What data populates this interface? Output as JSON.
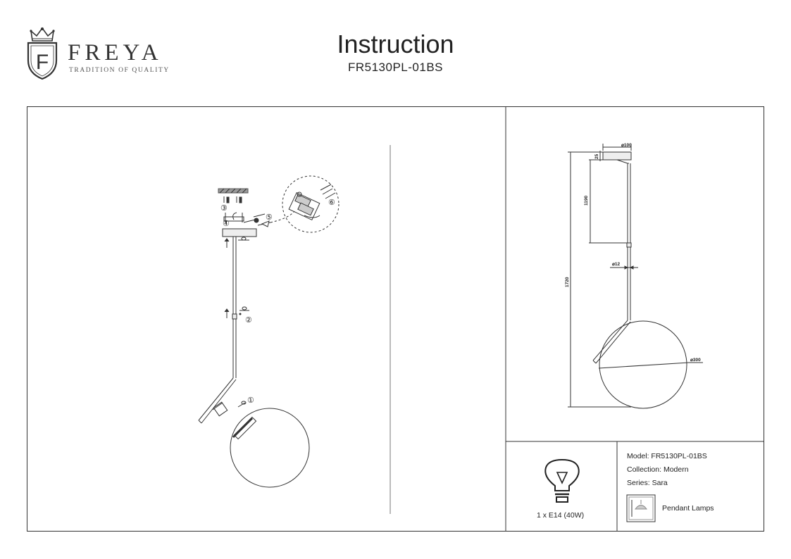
{
  "brand": {
    "logo_initial": "F",
    "name": "FREYA",
    "tagline": "TRADITION OF QUALITY"
  },
  "header": {
    "title": "Instruction",
    "model_code": "FR5130PL-01BS"
  },
  "assembly": {
    "steps": [
      "①",
      "②",
      "③",
      "④",
      "⑤",
      "⑥"
    ]
  },
  "dimensions": {
    "canopy_diameter": "⌀100",
    "canopy_height": "25",
    "suspension": "1190",
    "rod_diameter": "⌀12",
    "total_height": "1720",
    "shade_diameter": "⌀300"
  },
  "lamp": {
    "bulb": "1 x E14 (40W)"
  },
  "product_info": {
    "model": "Model: FR5130PL-01BS",
    "collection": "Collection: Modern",
    "series": "Series: Sara",
    "type": "Pendant Lamps"
  },
  "icons": [
    "crown-icon",
    "shield-icon",
    "bulb-icon",
    "pendant-lamp-icon"
  ]
}
